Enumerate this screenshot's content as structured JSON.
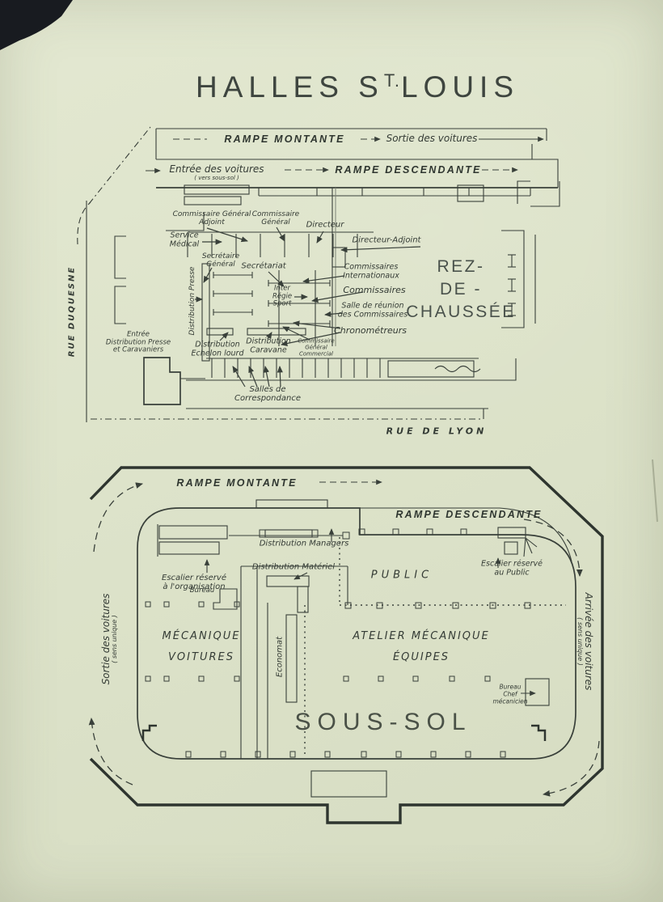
{
  "page": {
    "title_part1": "HALLES S",
    "title_sup": "T.",
    "title_part2": "LOUIS"
  },
  "rdc": {
    "floor_name": [
      "REZ-",
      "DE -",
      "CHAUSSÉE"
    ],
    "streets": {
      "left": "RUE DUQUESNE",
      "bottom": "RUE DE LYON"
    },
    "ramps": {
      "montante": "RAMPE MONTANTE",
      "sortie": "Sortie des voitures",
      "entree": "Entrée des voitures",
      "entree_note": "( vers sous-sol )",
      "descendante": "RAMPE DESCENDANTE"
    },
    "rooms": {
      "commissaire_general_adjoint": [
        "Commissaire Général",
        "Adjoint"
      ],
      "commissaire_general": [
        "Commissaire",
        "Général"
      ],
      "directeur": "Directeur",
      "directeur_adjoint": "Directeur-Adjoint",
      "service_medical": [
        "Service",
        "Médical"
      ],
      "secretaire_general": [
        "Secrétaire",
        "Général"
      ],
      "secretariat": "Secrétariat",
      "distribution_presse": "Distribution Presse",
      "inter_regie_sport": [
        "Inter",
        "Régie",
        "Sport"
      ],
      "commissaires_internationaux": [
        "Commissaires",
        "Internationaux"
      ],
      "commissaires": "Commissaires",
      "salle_reunion": [
        "Salle de réunion",
        "des Commissaires"
      ],
      "chronometreurs": "Chronométreurs",
      "entree_distribution": [
        "Entrée",
        "Distribution Presse",
        "et Caravaniers"
      ],
      "distribution_echelon": [
        "Distribution",
        "Echelon lourd"
      ],
      "distribution_caravane": [
        "Distribution",
        "Caravane"
      ],
      "commissaire_general_commercial": [
        "Commissaire",
        "Général",
        "Commercial"
      ],
      "salles_correspondance": [
        "Salles de",
        "Correspondance"
      ]
    }
  },
  "soussol": {
    "floor_name": "SOUS-SOL",
    "ramps": {
      "montante": "RAMPE MONTANTE",
      "descendante": "RAMPE DESCENDANTE"
    },
    "circulation": {
      "sortie": [
        "Sortie des voitures",
        "( sens unique )"
      ],
      "arrivee": [
        "Arrivée des voitures",
        "( sens unique )"
      ]
    },
    "rooms": {
      "escalier_organisation": [
        "Escalier réservé",
        "à l'organisation"
      ],
      "escalier_public": [
        "Escalier réservé",
        "au Public"
      ],
      "distribution_managers": "Distribution Managers",
      "distribution_materiel": "Distribution Matériel",
      "bureau": "Bureau",
      "public": "PUBLIC",
      "mecanique_voitures": [
        "MÉCANIQUE",
        "VOITURES"
      ],
      "economat": "Economat",
      "atelier_mecanique": [
        "ATELIER MÉCANIQUE",
        "ÉQUIPES"
      ],
      "bureau_chef": [
        "Bureau",
        "Chef",
        "mécanicien"
      ]
    }
  }
}
